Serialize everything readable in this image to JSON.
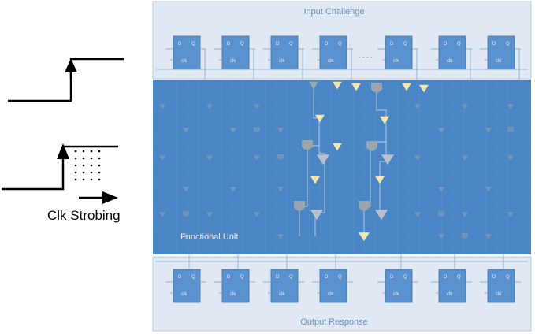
{
  "left_panel": {
    "strobe_label": "Clk Strobing"
  },
  "circuit": {
    "input_label": "Input Challenge",
    "output_label": "Output Response",
    "functional_label": "Functional Unit",
    "flipflop": {
      "d_pin": "D",
      "q_pin": "Q",
      "clk_pin": "clk"
    },
    "ellipsis": ". . . ."
  },
  "colors": {
    "panel_fill": "#dfe8f3",
    "panel_border": "#b7c8dc",
    "functional_fill": "#4a86c5",
    "flipflop_fill": "#5a92cf",
    "wire": "#8aa4c0",
    "gate_gray": "#9aa5ae",
    "gate_highlight": "#f2e6b0",
    "text_blue": "#6f8fb5"
  }
}
